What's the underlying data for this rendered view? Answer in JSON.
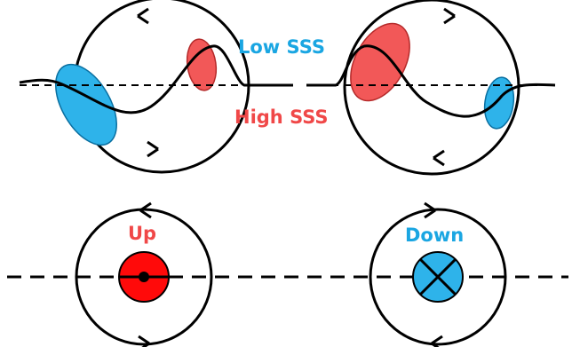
{
  "labels": {
    "low": "Low SSS",
    "high": "High SSS",
    "up": "Up",
    "down": "Down"
  },
  "colors": {
    "low": "#1aa6e2",
    "high": "#f04848",
    "low_fill": "#2eb3ea",
    "high_fill": "#f25858",
    "up_fill": "#ff0a0a",
    "ink": "#000000"
  },
  "icons": {
    "up": "dot-in-circle-icon",
    "down": "cross-in-circle-icon"
  }
}
